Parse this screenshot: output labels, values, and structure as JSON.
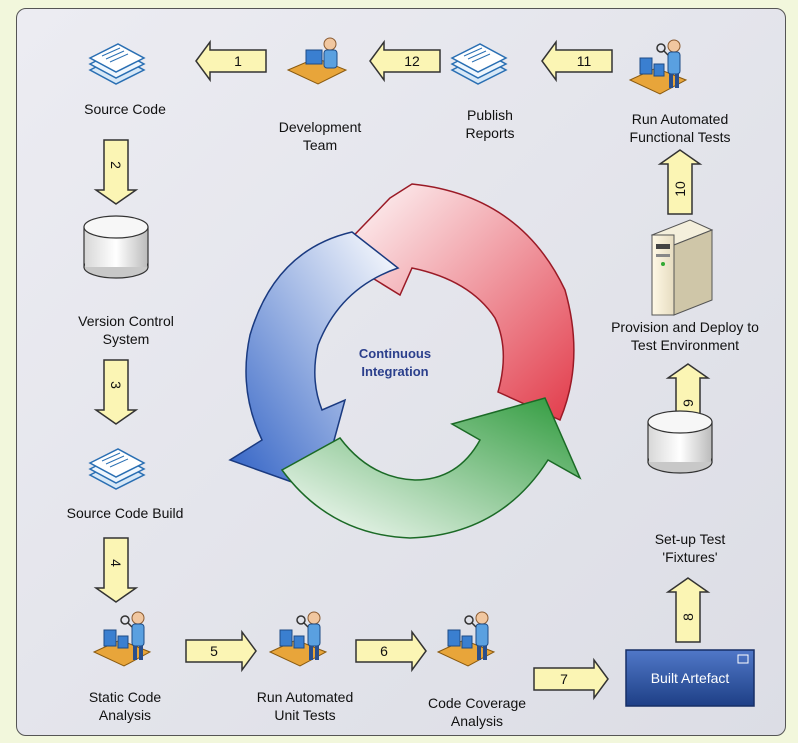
{
  "center_label": "Continuous\nIntegration",
  "nodes": {
    "source_code": "Source Code",
    "development_team": "Development\nTeam",
    "publish_reports": "Publish\nReports",
    "run_functional_tests": "Run Automated\nFunctional Tests",
    "version_control": "Version Control\nSystem",
    "provision_deploy": "Provision and Deploy to\nTest Environment",
    "source_code_build": "Source Code Build",
    "setup_fixtures": "Set-up Test\n'Fixtures'",
    "static_analysis": "Static Code\nAnalysis",
    "unit_tests": "Run Automated\nUnit Tests",
    "coverage": "Code Coverage\nAnalysis",
    "built_artefact": "Built Artefact"
  },
  "steps": [
    "1",
    "2",
    "3",
    "4",
    "5",
    "6",
    "7",
    "8",
    "9",
    "10",
    "11",
    "12"
  ],
  "colors": {
    "arrow_fill": "#fbf5b4",
    "artefact_box": "#2e5aa8",
    "cycle_red": "#e23b4a",
    "cycle_blue": "#2d5fc4",
    "cycle_green": "#2e9a3c",
    "center_text": "#2b3f8c"
  }
}
